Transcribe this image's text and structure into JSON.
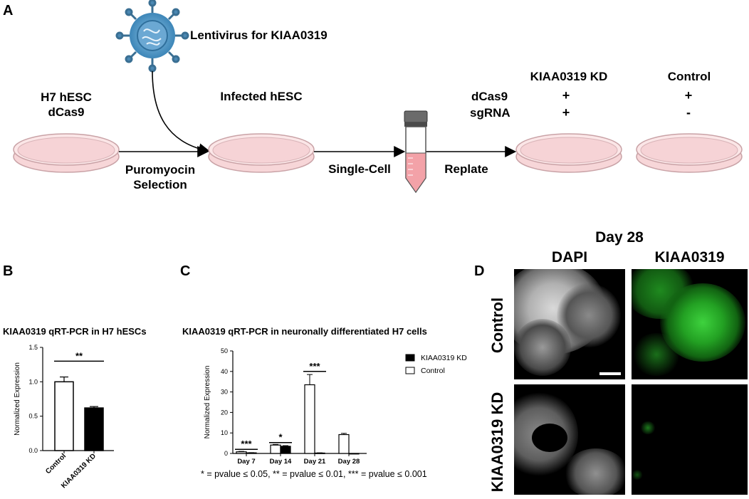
{
  "panel_a": {
    "letter": "A",
    "virus_label": "Lentivirus for KIAA0319",
    "dish1_label_line1": "H7 hESC",
    "dish1_label_line2": "dCas9",
    "dish2_label": "Infected hESC",
    "step1_line1": "Puromyocin",
    "step1_line2": "Selection",
    "step2": "Single-Cell",
    "step3": "Replate",
    "kd_title": "KIAA0319 KD",
    "control_title": "Control",
    "row1_label": "dCas9",
    "row2_label": "sgRNA",
    "kd_dcas9": "+",
    "kd_sgrna": "+",
    "ctrl_dcas9": "+",
    "ctrl_sgrna": "-"
  },
  "panel_b": {
    "letter": "B"
  },
  "panel_c": {
    "letter": "C",
    "footnote": "* = pvalue ≤ 0.05, ** = pvalue ≤ 0.01, *** = pvalue ≤ 0.001"
  },
  "panel_d": {
    "letter": "D",
    "title": "Day 28",
    "col1": "DAPI",
    "col2": "KIAA0319",
    "row1": "Control",
    "row2": "KIAA0319 KD"
  },
  "chart_data": [
    {
      "id": "B",
      "type": "bar",
      "title": "KIAA0319 qRT-PCR in H7 hESCs",
      "ylabel": "Normalized Expression",
      "xlabel": "",
      "categories": [
        "Control",
        "KIAA0319 KD"
      ],
      "values": [
        1.0,
        0.62
      ],
      "errors": [
        0.07,
        0.02
      ],
      "colors": [
        "#ffffff",
        "#000000"
      ],
      "ylim": [
        0,
        1.5
      ],
      "yticks": [
        "0.0",
        "0.5",
        "1.0",
        "1.5"
      ],
      "significance": [
        {
          "label": "**",
          "from": 0,
          "to": 1,
          "y": 1.3
        }
      ]
    },
    {
      "id": "C",
      "type": "bar",
      "title": "KIAA0319 qRT-PCR in neuronally differentiated H7 cells",
      "ylabel": "Normalized Expression",
      "xlabel": "",
      "categories": [
        "Day 7",
        "Day 14",
        "Day 21",
        "Day 28"
      ],
      "series": [
        {
          "name": "Control",
          "color": "#ffffff",
          "values": [
            0.8,
            4.1,
            33.5,
            9.2
          ],
          "errors": [
            0.2,
            0.3,
            5.0,
            0.6
          ]
        },
        {
          "name": "KIAA0319 KD",
          "color": "#000000",
          "values": [
            0.3,
            3.5,
            0.2,
            0.0
          ],
          "errors": [
            0.1,
            0.3,
            0.1,
            0.0
          ]
        }
      ],
      "ylim": [
        0,
        50
      ],
      "yticks": [
        "0",
        "10",
        "20",
        "30",
        "40",
        "50"
      ],
      "legend_order": [
        "KIAA0319 KD",
        "Control"
      ],
      "legend": "top-right",
      "significance": [
        {
          "label": "***",
          "category": 0,
          "y": 2.0
        },
        {
          "label": "*",
          "category": 1,
          "y": 5.3
        },
        {
          "label": "***",
          "category": 2,
          "y": 40.0
        }
      ]
    }
  ]
}
